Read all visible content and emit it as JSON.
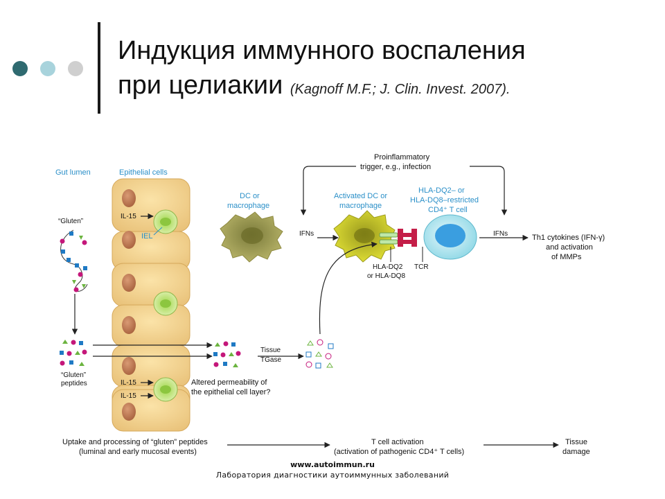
{
  "slide": {
    "title_line1": "Индукция иммунного воспаления",
    "title_line2": "при целиакии",
    "citation": "(Kagnoff M.F.; J. Clin. Invest. 2007).",
    "bullet_colors": [
      "#2f6a70",
      "#a8d3dc",
      "#cfcfcf"
    ]
  },
  "diagram": {
    "labels": {
      "gut_lumen": "Gut lumen",
      "epithelial_cells": "Epithelial cells",
      "gluten": "“Gluten”",
      "gluten_peptides_1": "“Gluten”",
      "gluten_peptides_2": "peptides",
      "il15_a": "IL-15",
      "iel": "IEL",
      "il15_b": "IL-15",
      "il15_c": "IL-15",
      "dc_1": "DC or",
      "dc_2": "macrophage",
      "ifns_left": "IFNs",
      "activated_dc_1": "Activated DC or",
      "activated_dc_2": "macrophage",
      "hla_1": "HLA-DQ2– or",
      "hla_2": "HLA-DQ8–restricted",
      "hla_3": "CD4⁺ T cell",
      "ifns_right": "IFNs",
      "th1_1": "Th1 cytokines (IFN-γ)",
      "th1_2": "and activation",
      "th1_3": "of MMPs",
      "proinflam_1": "Proinflammatory",
      "proinflam_2": "trigger, e.g., infection",
      "hladq_1": "HLA-DQ2",
      "hladq_2": "or HLA-DQ8",
      "tcr": "TCR",
      "tissue_1": "Tissue",
      "tissue_2": "TGase",
      "altered_1": "Altered permeability of",
      "altered_2": "the epithelial cell layer?",
      "uptake_1": "Uptake and processing of “gluten” peptides",
      "uptake_2": "(luminal and early mucosal events)",
      "tcell_1": "T cell activation",
      "tcell_2": "(activation of pathogenic CD4⁺ T cells)",
      "tissue_damage_1": "Tissue",
      "tissue_damage_2": "damage"
    }
  },
  "footer": {
    "website": "www.autoimmun.ru",
    "lab": "Лаборатория диагностики аутоиммунных заболеваний"
  }
}
